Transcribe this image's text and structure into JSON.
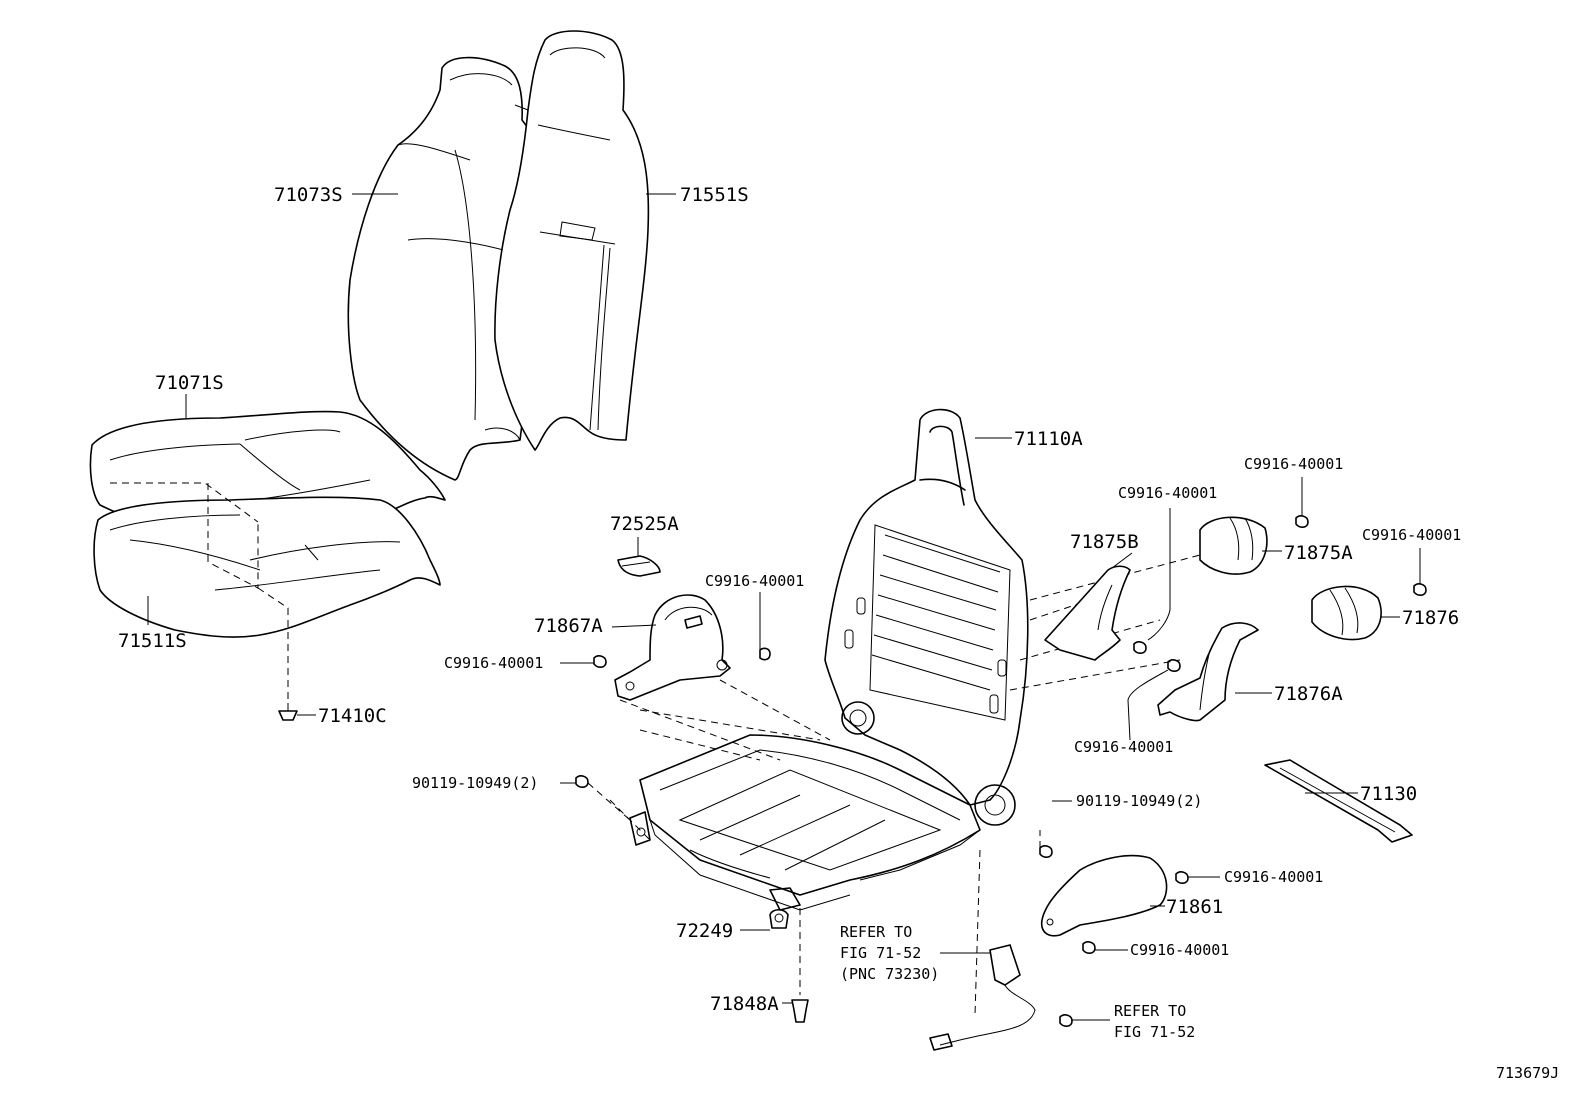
{
  "figure_id": "713679J",
  "parts": [
    {
      "id": "p71073s",
      "label": "71073S"
    },
    {
      "id": "p71551s",
      "label": "71551S"
    },
    {
      "id": "p71071s",
      "label": "71071S"
    },
    {
      "id": "p71511s",
      "label": "71511S"
    },
    {
      "id": "p71410c",
      "label": "71410C"
    },
    {
      "id": "p71110a",
      "label": "71110A"
    },
    {
      "id": "p72525a",
      "label": "72525A"
    },
    {
      "id": "p71867a",
      "label": "71867A"
    },
    {
      "id": "pc9916_a",
      "label": "C9916-40001"
    },
    {
      "id": "pc9916_b",
      "label": "C9916-40001"
    },
    {
      "id": "p71875b",
      "label": "71875B"
    },
    {
      "id": "pc9916_c",
      "label": "C9916-40001"
    },
    {
      "id": "pc9916_d",
      "label": "C9916-40001"
    },
    {
      "id": "p71875a",
      "label": "71875A"
    },
    {
      "id": "pc9916_e",
      "label": "C9916-40001"
    },
    {
      "id": "p71876",
      "label": "71876"
    },
    {
      "id": "p71876a",
      "label": "71876A"
    },
    {
      "id": "pc9916_f",
      "label": "C9916-40001"
    },
    {
      "id": "p71130",
      "label": "71130"
    },
    {
      "id": "p90119_a",
      "label": "90119-10949(2)"
    },
    {
      "id": "p90119_b",
      "label": "90119-10949(2)"
    },
    {
      "id": "pc9916_g",
      "label": "C9916-40001"
    },
    {
      "id": "p71861",
      "label": "71861"
    },
    {
      "id": "pc9916_h",
      "label": "C9916-40001"
    },
    {
      "id": "p72249",
      "label": "72249"
    },
    {
      "id": "p71848a",
      "label": "71848A"
    }
  ],
  "references": {
    "ref1_line1": "REFER TO",
    "ref1_line2": "FIG 71-52",
    "ref1_line3": "(PNC 73230)",
    "ref2_line1": "REFER TO",
    "ref2_line2": "FIG 71-52"
  }
}
